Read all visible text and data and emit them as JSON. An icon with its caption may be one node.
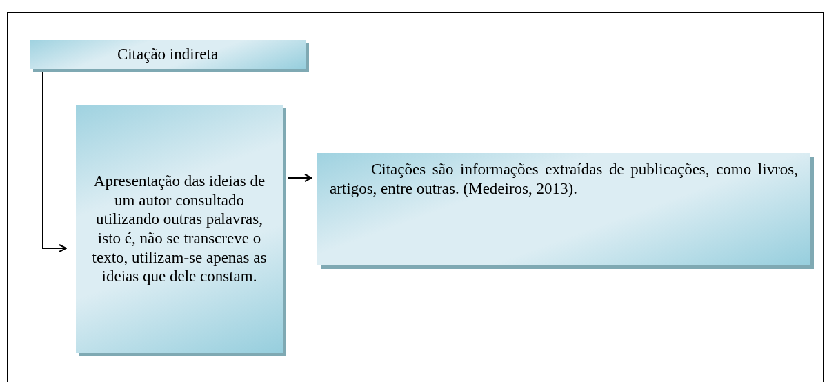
{
  "diagram": {
    "nodes": [
      {
        "text": [
          "Citação indireta"
        ]
      },
      {
        "text": [
          "Apresentação das ideias de um autor consultado utilizando outras palavras, isto é, não se transcreve o texto, utilizam-se apenas as ideias que dele constam."
        ]
      },
      {
        "text": [
          "Citações são informações extraídas de publicações, como livros, artigos, entre outras. (Medeiros, 2013)."
        ]
      }
    ],
    "edges": [
      {
        "from": 0,
        "to": 1,
        "arrow": "to"
      },
      {
        "from": 1,
        "to": 2,
        "arrow": "to"
      }
    ]
  }
}
